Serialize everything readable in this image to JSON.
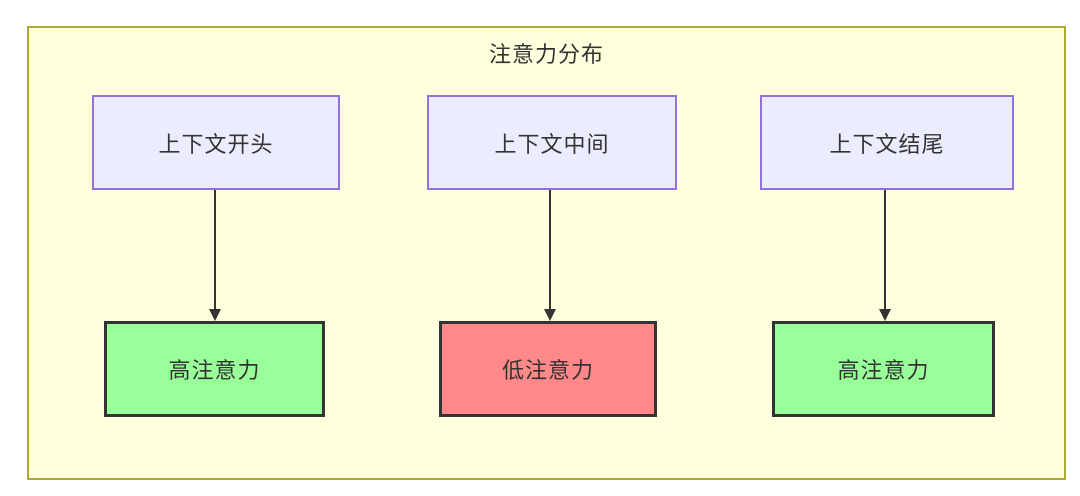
{
  "diagram": {
    "title": "注意力分布",
    "colors": {
      "container_fill": "#ffffde",
      "container_border": "#aaaa33",
      "context_fill": "#ECECFF",
      "context_border": "#9370DB",
      "high_attention_fill": "#99ff99",
      "low_attention_fill": "#ff8888",
      "attention_border": "#333333",
      "text": "#333333",
      "arrow": "#333333"
    },
    "columns": [
      {
        "source": "上下文开头",
        "target": "高注意力",
        "level": "high"
      },
      {
        "source": "上下文中间",
        "target": "低注意力",
        "level": "low"
      },
      {
        "source": "上下文结尾",
        "target": "高注意力",
        "level": "high"
      }
    ]
  }
}
